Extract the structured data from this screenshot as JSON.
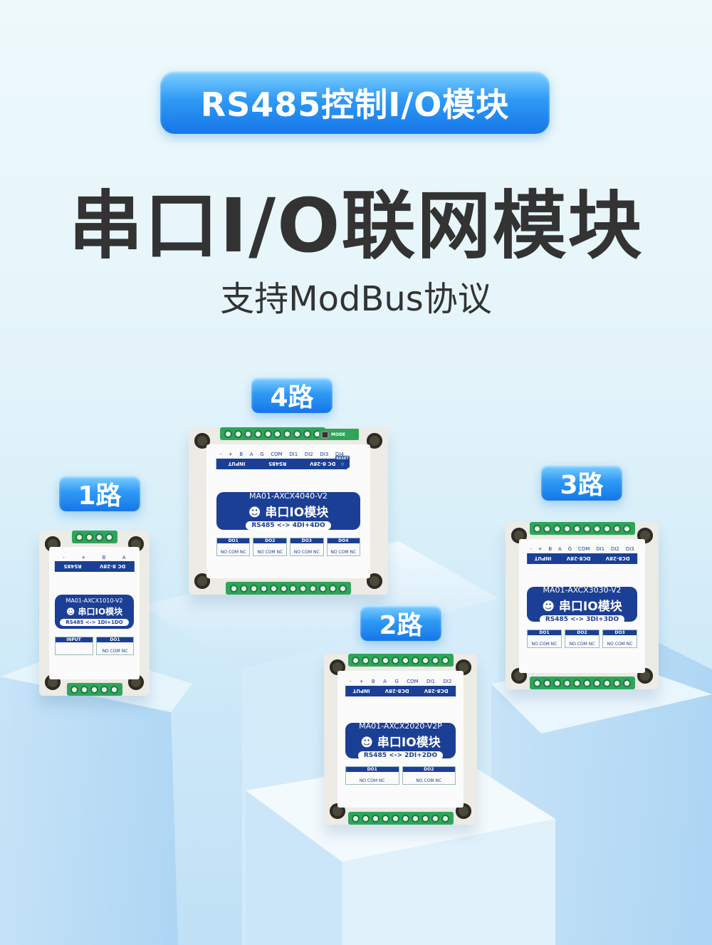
{
  "header": {
    "badge": "RS485控制I/O模块",
    "title": "串口I/O联网模块",
    "subtitle": "支持ModBus协议"
  },
  "accent_color": "#1c7fee",
  "devices": [
    {
      "channel_label": "4路",
      "model": "MA01-AXCX4040-V2",
      "name": "串口IO模块",
      "spec": "RS485 <-> 4DI+4DO",
      "header_groups": [
        "DC 8-28V",
        "RS485",
        "INPUT"
      ],
      "pins": [
        "-",
        "+",
        "B",
        "A",
        "G",
        "COM",
        "DI1",
        "DI2",
        "DI3",
        "DI4"
      ],
      "outputs": [
        "DO1",
        "DO2",
        "DO3",
        "DO4"
      ],
      "contacts": "NO COM NC",
      "buttons": [
        "MODE",
        "RESET"
      ]
    },
    {
      "channel_label": "1路",
      "model": "MA01-AXCX1010-V2",
      "name": "串口IO模块",
      "spec": "RS485 <-> 1DI+1DO",
      "header_groups": [
        "DC 8-28V",
        "RS485"
      ],
      "pins": [
        "-",
        "+",
        "B",
        "A"
      ],
      "outputs": [
        "DO1"
      ],
      "contacts": "NO COM NC",
      "input_label": "INPUT"
    },
    {
      "channel_label": "3路",
      "model": "MA01-AXCX3030-V2",
      "name": "串口IO模块",
      "spec": "RS485 <-> 3DI+3DO",
      "header_groups": [
        "DC8-28V",
        "DC8-28V",
        "INPUT"
      ],
      "pins": [
        "-",
        "+",
        "B",
        "A",
        "G",
        "COM",
        "DI1",
        "DI2",
        "DI3"
      ],
      "outputs": [
        "DO1",
        "DO2",
        "DO3"
      ],
      "contacts": "NO COM NC"
    },
    {
      "channel_label": "2路",
      "model": "MA01-AXCX2020-V2P",
      "name": "串口IO模块",
      "spec": "RS485 <-> 2DI+2DO",
      "header_groups": [
        "DC8-28V",
        "DC8-28V",
        "INPUT"
      ],
      "pins": [
        "-",
        "+",
        "B",
        "A",
        "G",
        "COM",
        "DI1",
        "DI2"
      ],
      "outputs": [
        "DO1",
        "DO2"
      ],
      "contacts": "NO COM NC"
    }
  ]
}
